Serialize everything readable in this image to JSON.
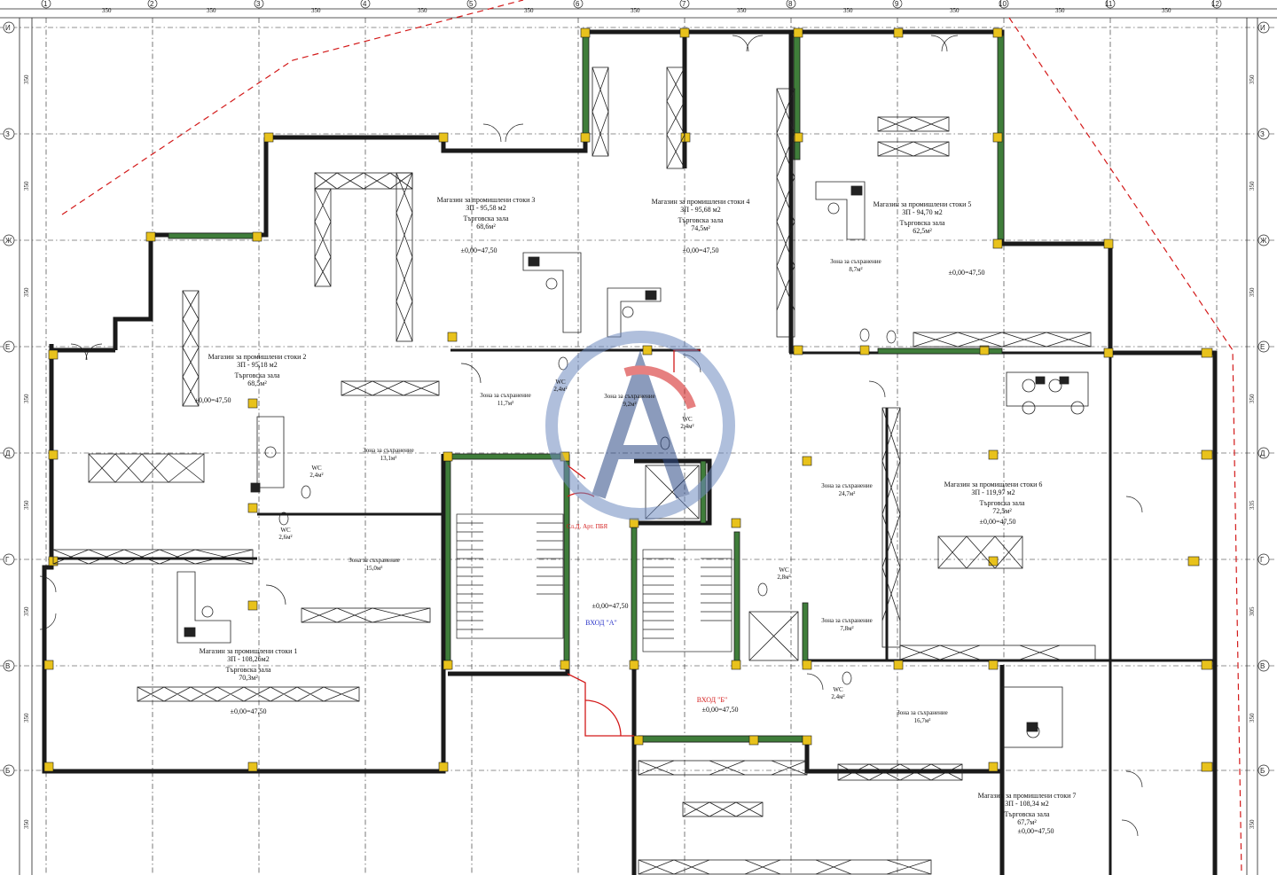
{
  "drawing": {
    "type": "architectural floor plan",
    "colors": {
      "wall_green": "#3f7d3a",
      "column_yellow": "#e8c21c",
      "outline_red": "#d31a1a",
      "label_blue": "#2b34c9",
      "ink": "#111111",
      "watermark": "#2e4a86"
    },
    "dimension_top": [
      "350",
      "350",
      "350",
      "350",
      "350",
      "350",
      "350",
      "350",
      "350",
      "350",
      "350"
    ],
    "axis_numbers": [
      "1",
      "2",
      "3",
      "4",
      "5",
      "6",
      "7",
      "8",
      "9",
      "10",
      "11",
      "12"
    ],
    "axis_letters": [
      "И",
      "З",
      "Ж",
      "Е",
      "Д",
      "Г",
      "В",
      "Б"
    ],
    "side_dims_right": [
      "350",
      "350",
      "350",
      "350",
      "335",
      "305",
      "350",
      "350"
    ],
    "side_dims_left": [
      "350",
      "350",
      "350",
      "350",
      "350",
      "350",
      "350",
      "350"
    ]
  },
  "rooms": {
    "shop1": {
      "title": "Магазин за промишлени стоки 1",
      "area": "ЗП - 108,26м2",
      "hall_label": "Търговска зала",
      "hall_area": "70,3м²",
      "level": "±0,00=47,50"
    },
    "shop2": {
      "title": "Магазин за промишлени стоки 2",
      "area": "ЗП - 95,18 м2",
      "hall_label": "Търговска зала",
      "hall_area": "68,5м²",
      "level": "±0,00=47,50"
    },
    "shop3": {
      "title": "Магазин за промишлени стоки 3",
      "area": "ЗП - 95,58 м2",
      "hall_label": "Търговска зала",
      "hall_area": "68,6м²",
      "level": "±0,00=47,50"
    },
    "shop4": {
      "title": "Магазин за промишлени стоки 4",
      "area": "ЗП - 95,68 м2",
      "hall_label": "Търговска зала",
      "hall_area": "74,5м²",
      "level": "±0,00=47,50"
    },
    "shop5": {
      "title": "Магазин за промишлени стоки 5",
      "area": "ЗП - 94,70 м2",
      "hall_label": "Търговска зала",
      "hall_area": "62,5м²",
      "level": "±0,00=47,50"
    },
    "shop6": {
      "title": "Магазин за промишлени стоки 6",
      "area": "ЗП - 119,97 м2",
      "hall_label": "Търговска зала",
      "hall_area": "72,5м²",
      "level": "±0,00=47,50"
    },
    "shop7": {
      "title": "Магазин за промишлени стоки 7",
      "area": "ЗП - 108,34 м2",
      "hall_label": "Търговска зала",
      "hall_area": "67,7м²",
      "level": "±0,00=47,50"
    },
    "storage_a": {
      "label": "Зона за съхранение",
      "area": "11,7м²"
    },
    "storage_b": {
      "label": "Зона за съхранение",
      "area": "9,2м²"
    },
    "storage_c": {
      "label": "Зона за съхранение",
      "area": "13,1м²"
    },
    "storage_d": {
      "label": "Зона за съхранение",
      "area": "15,0м²"
    },
    "storage_e": {
      "label": "Зона за съхранение",
      "area": "8,7м²"
    },
    "storage_f": {
      "label": "Зона за съхранение",
      "area": "24,7м²"
    },
    "storage_g": {
      "label": "Зона за съхранение",
      "area": "7,8м²"
    },
    "storage_h": {
      "label": "Зона за съхранение",
      "area": "16,7м²"
    },
    "wc_labels": [
      "WC",
      "WC",
      "WC",
      "WC",
      "WC",
      "WC"
    ],
    "wc_areas": [
      "2,4м²",
      "2,4м²",
      "2,6м²",
      "2,4м²",
      "2,8м²",
      "2,4м²"
    ],
    "entrance_a": "ВХОД \"А\"",
    "entrance_b": "ВХОД \"Б\"",
    "entrance_a_level": "±0,00=47,50",
    "entrance_b_level": "±0,00=47,50",
    "shaft_note": "Сл.Д. Арт. ПБЯ"
  }
}
